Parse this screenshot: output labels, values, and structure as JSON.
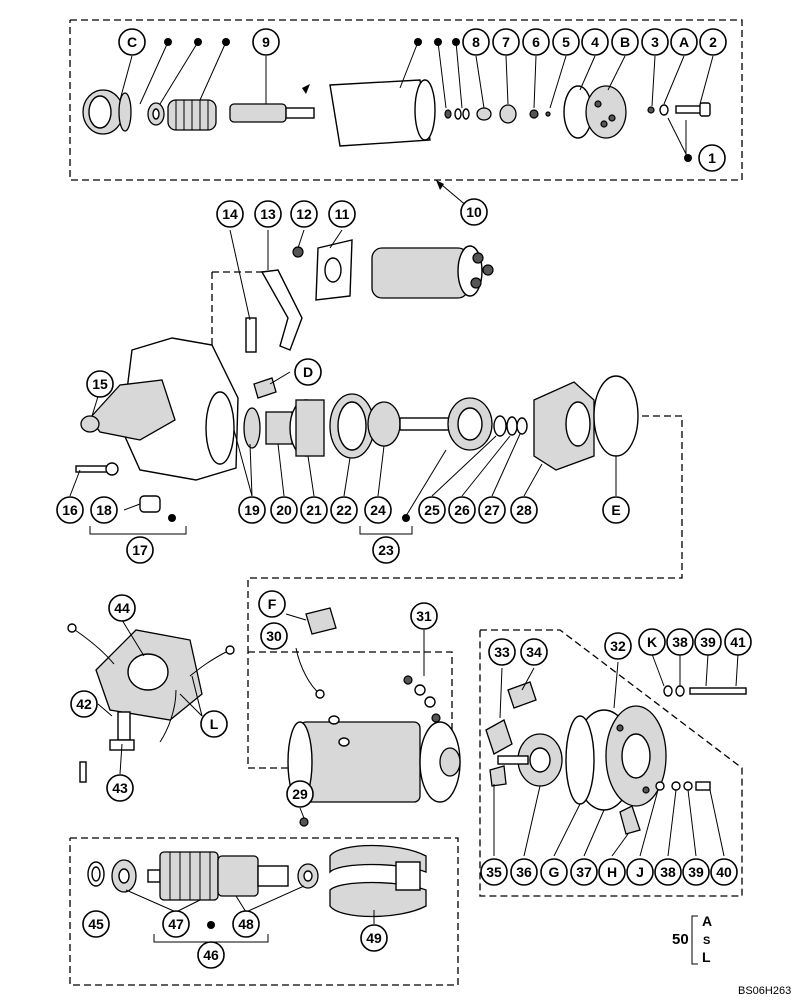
{
  "callouts": {
    "c_C": "C",
    "c_9": "9",
    "c_8": "8",
    "c_7": "7",
    "c_6": "6",
    "c_5": "5",
    "c_4": "4",
    "c_B": "B",
    "c_3": "3",
    "c_A": "A",
    "c_2": "2",
    "c_1": "1",
    "c_10": "10",
    "c_14": "14",
    "c_13": "13",
    "c_12": "12",
    "c_11": "11",
    "c_D": "D",
    "c_15": "15",
    "c_16": "16",
    "c_18": "18",
    "c_17": "17",
    "c_19": "19",
    "c_20": "20",
    "c_21": "21",
    "c_22": "22",
    "c_24": "24",
    "c_23": "23",
    "c_25": "25",
    "c_26": "26",
    "c_27": "27",
    "c_28": "28",
    "c_E": "E",
    "c_F": "F",
    "c_31": "31",
    "c_30": "30",
    "c_44": "44",
    "c_42": "42",
    "c_L": "L",
    "c_43": "43",
    "c_29": "29",
    "c_33": "33",
    "c_34": "34",
    "c_32": "32",
    "c_K": "K",
    "c_38a": "38",
    "c_39a": "39",
    "c_41": "41",
    "c_35": "35",
    "c_36": "36",
    "c_G": "G",
    "c_37": "37",
    "c_H": "H",
    "c_J": "J",
    "c_38b": "38",
    "c_39b": "39",
    "c_40": "40",
    "c_45": "45",
    "c_47": "47",
    "c_48": "48",
    "c_46": "46",
    "c_49": "49"
  },
  "serial": {
    "number": "50",
    "range_top": "A",
    "range_mid": "S",
    "range_bottom": "L"
  },
  "reference_code": "BS06H263"
}
